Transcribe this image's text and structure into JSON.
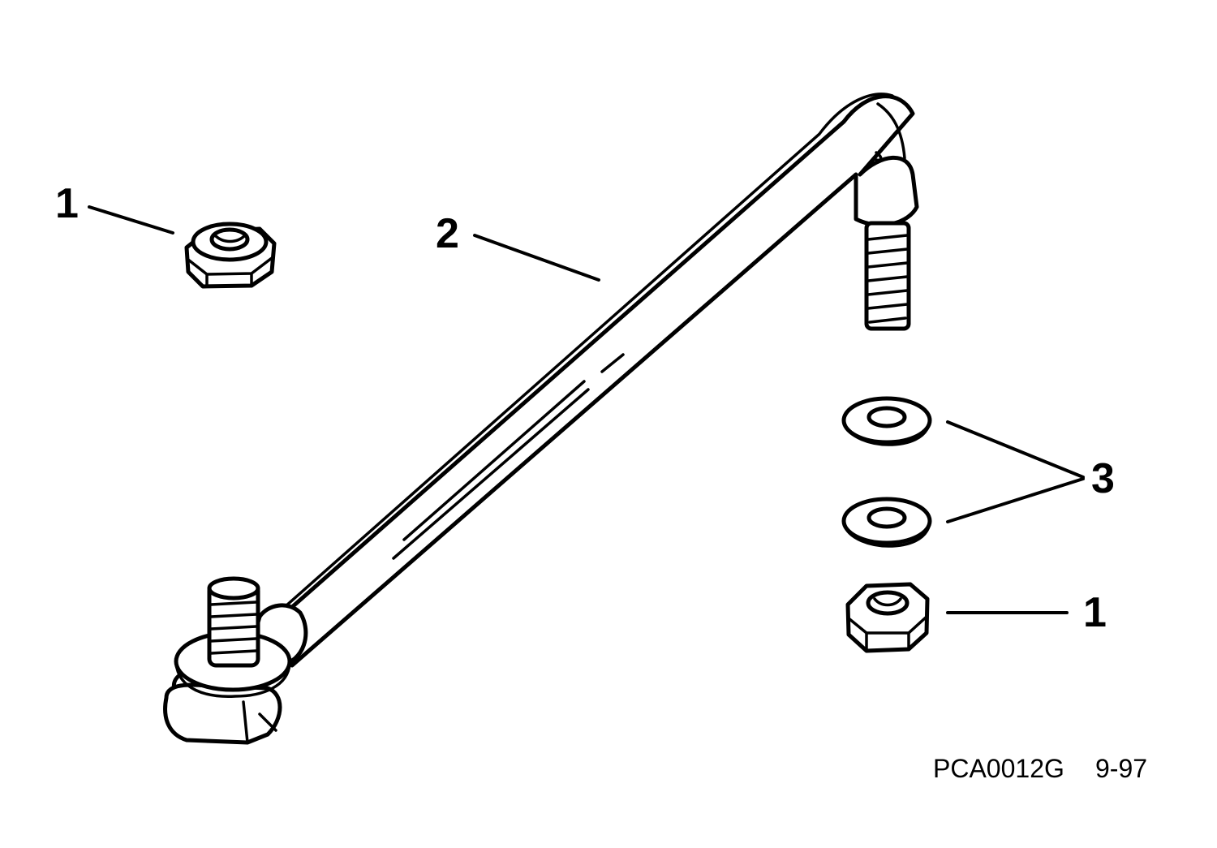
{
  "callouts": {
    "nut_top_left": "1",
    "rod": "2",
    "washers": "3",
    "nut_right": "1"
  },
  "figure_code": "PCA0012G",
  "figure_date": "9-97"
}
